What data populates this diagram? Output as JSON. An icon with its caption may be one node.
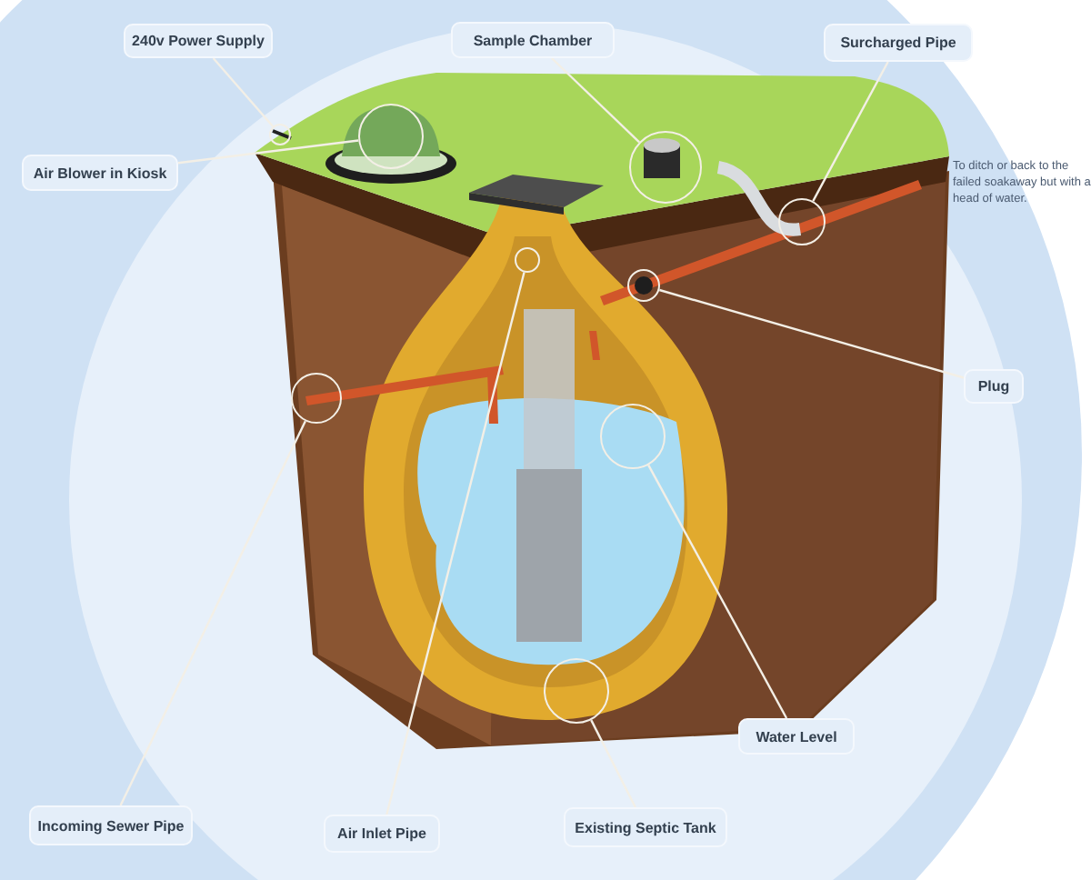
{
  "diagram": {
    "nodes": [
      {
        "text": [
          "240v Power Supply"
        ]
      },
      {
        "text": [
          "Air Blower in Kiosk"
        ]
      },
      {
        "text": [
          "Sample Chamber"
        ]
      },
      {
        "text": [
          "Surcharged Pipe"
        ]
      },
      {
        "text": [
          "Plug"
        ]
      },
      {
        "text": [
          "Incoming Sewer Pipe"
        ]
      },
      {
        "text": [
          "Air Inlet Pipe"
        ]
      },
      {
        "text": [
          "Existing Septic Tank"
        ]
      },
      {
        "text": [
          "Water Level"
        ]
      },
      {
        "text": [],
        "shape": "circle"
      },
      {
        "text": [],
        "shape": "circle"
      },
      {
        "text": [],
        "shape": "circle"
      },
      {
        "text": [],
        "shape": "circle"
      },
      {
        "text": [],
        "shape": "circle"
      },
      {
        "text": [],
        "shape": "circle"
      },
      {
        "text": [],
        "shape": "circle"
      },
      {
        "text": [],
        "shape": "circle"
      },
      {
        "text": [],
        "shape": "circle"
      }
    ],
    "edges": [
      {
        "from": 0,
        "to": 9,
        "arrow": "none"
      },
      {
        "from": 1,
        "to": 10,
        "arrow": "none"
      },
      {
        "from": 2,
        "to": 11,
        "arrow": "none"
      },
      {
        "from": 3,
        "to": 12,
        "arrow": "none"
      },
      {
        "from": 4,
        "to": 13,
        "arrow": "none"
      },
      {
        "from": 5,
        "to": 14,
        "arrow": "none"
      },
      {
        "from": 6,
        "to": 15,
        "arrow": "none"
      },
      {
        "from": 7,
        "to": 16,
        "arrow": "none"
      },
      {
        "from": 8,
        "to": 17,
        "arrow": "none"
      }
    ],
    "labels": [
      "To ditch or back to the failed soakaway but with a head of water."
    ]
  }
}
